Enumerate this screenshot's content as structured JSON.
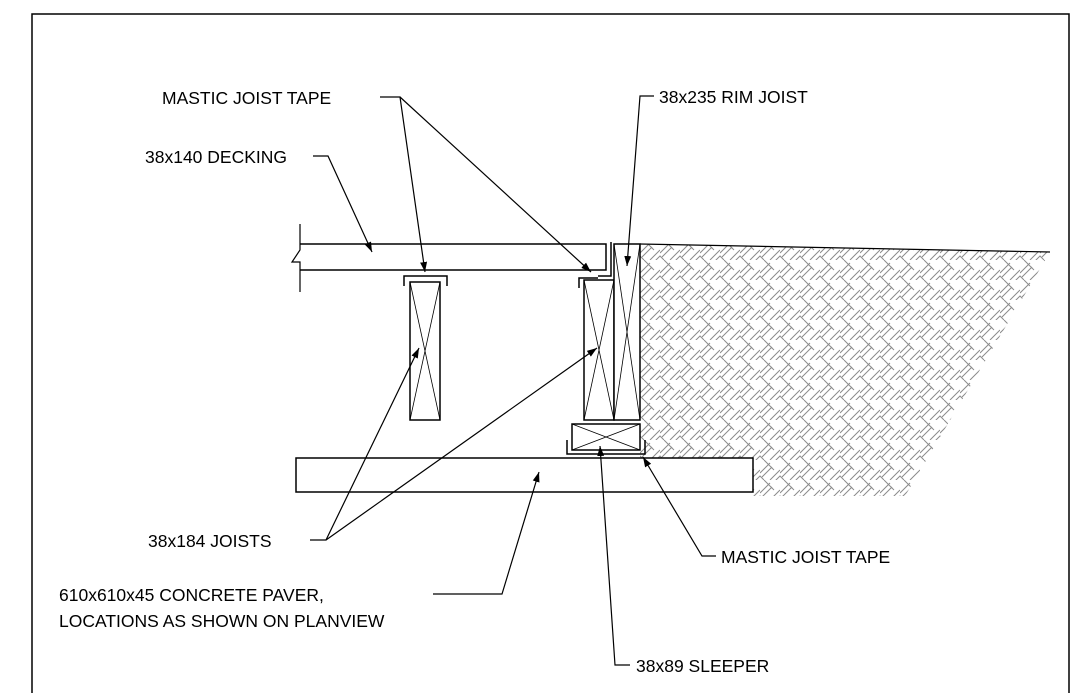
{
  "labels": {
    "mastic_tape_top": "MASTIC JOIST TAPE",
    "rim_joist": "38x235 RIM JOIST",
    "decking": "38x140 DECKING",
    "joists": "38x184 JOISTS",
    "paver_line1": "610x610x45 CONCRETE PAVER,",
    "paver_line2": "LOCATIONS AS SHOWN ON PLANVIEW",
    "mastic_tape_bottom": "MASTIC JOIST TAPE",
    "sleeper": "38x89 SLEEPER"
  },
  "colors": {
    "line": "#000000",
    "hatch": "#8a8a8a",
    "background": "#ffffff"
  }
}
